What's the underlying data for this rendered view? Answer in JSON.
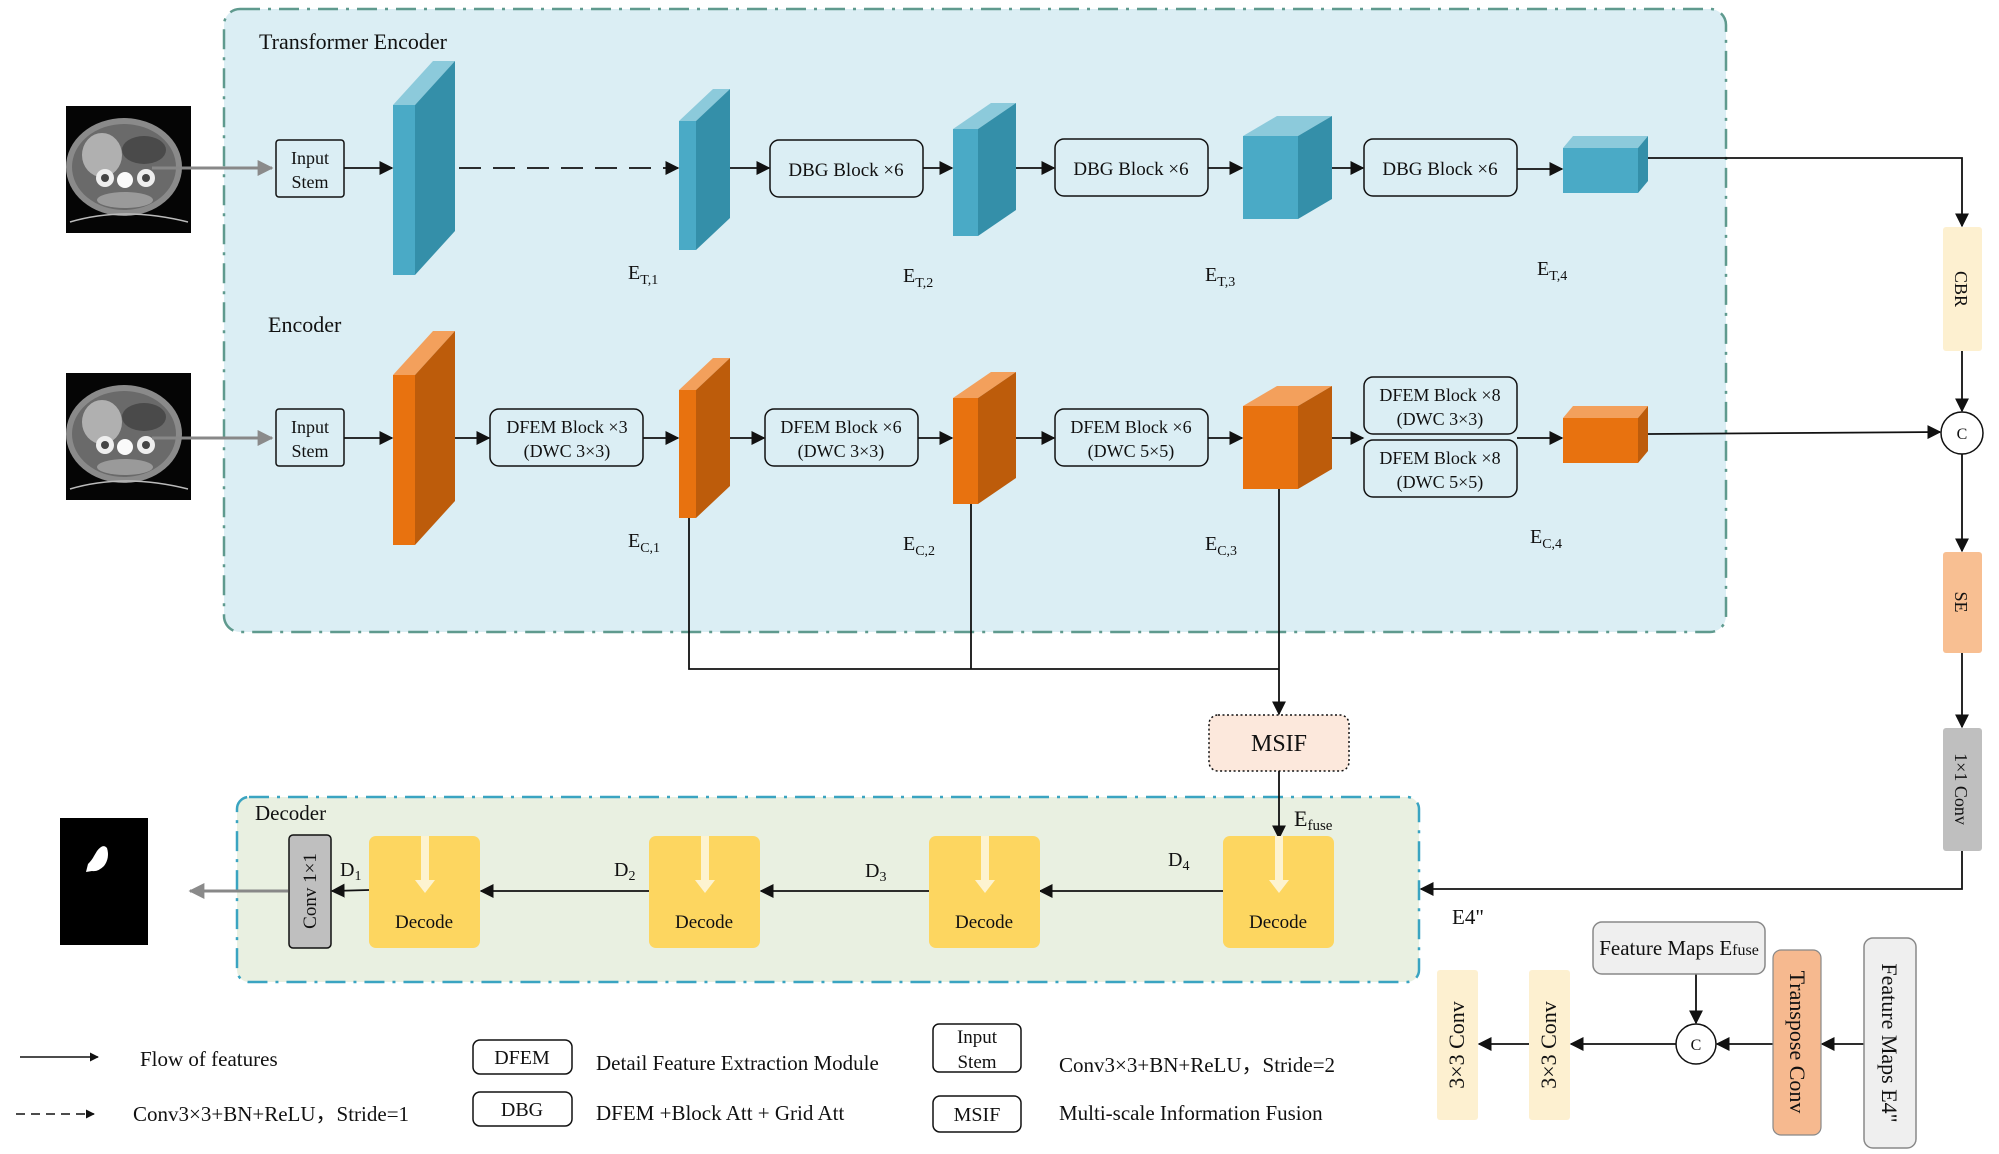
{
  "sections": {
    "transformer_encoder": "Transformer Encoder",
    "encoder": "Encoder",
    "decoder": "Decoder"
  },
  "input_stem": {
    "line1": "Input",
    "line2": "Stem"
  },
  "transformer_blocks": [
    {
      "label": "DBG Block ×6"
    },
    {
      "label": "DBG Block ×6"
    },
    {
      "label": "DBG Block ×6"
    }
  ],
  "transformer_features": [
    {
      "base": "E",
      "sub": "T,1"
    },
    {
      "base": "E",
      "sub": "T,2"
    },
    {
      "base": "E",
      "sub": "T,3"
    },
    {
      "base": "E",
      "sub": "T,4"
    }
  ],
  "cnn_blocks": [
    {
      "line1": "DFEM Block ×3",
      "line2": "(DWC 3×3)"
    },
    {
      "line1": "DFEM Block ×6",
      "line2": "(DWC 3×3)"
    },
    {
      "line1": "DFEM Block ×6",
      "line2": "(DWC 5×5)"
    },
    {
      "line1": "DFEM Block ×8",
      "line2": "(DWC 3×3)"
    },
    {
      "line1": "DFEM Block ×8",
      "line2": "(DWC 5×5)"
    }
  ],
  "cnn_features": [
    {
      "base": "E",
      "sub": "C,1"
    },
    {
      "base": "E",
      "sub": "C,2"
    },
    {
      "base": "E",
      "sub": "C,3"
    },
    {
      "base": "E",
      "sub": "C,4"
    }
  ],
  "fusion_path": {
    "cbr": "CBR",
    "concat": "C",
    "se": "SE",
    "conv1x1": "1×1 Conv",
    "output_label": "E4\""
  },
  "msif": {
    "label": "MSIF",
    "output": {
      "base": "E",
      "sub": "fuse"
    }
  },
  "decoder": {
    "decode_label": "Decode",
    "conv_label": "Conv 1×1",
    "stages": [
      {
        "base": "D",
        "sub": "1"
      },
      {
        "base": "D",
        "sub": "2"
      },
      {
        "base": "D",
        "sub": "3"
      },
      {
        "base": "D",
        "sub": "4"
      }
    ]
  },
  "decode_detail": {
    "feature_maps_efuse_prefix": "Feature Maps E",
    "feature_maps_efuse_sub": "fuse",
    "transpose_conv": "Transpose Conv",
    "feature_maps_e4": "Feature Maps E4\"",
    "concat": "C",
    "conv3x3_a": "3×3 Conv",
    "conv3x3_b": "3×3 Conv"
  },
  "legend": {
    "solid_arrow": "Flow of features",
    "dashed_arrow": "Conv3×3+BN+ReLU，Stride=1",
    "dfem_key": "DFEM",
    "dfem_desc": "Detail Feature Extraction Module",
    "dbg_key": "DBG",
    "dbg_desc": "DFEM +Block Att + Grid Att",
    "stem_key_line1": "Input",
    "stem_key_line2": "Stem",
    "stem_desc": "Conv3×3+BN+ReLU，Stride=2",
    "msif_key": "MSIF",
    "msif_desc": "Multi-scale Information Fusion"
  },
  "colors": {
    "encoder_bg": "#dbeef4",
    "decoder_bg": "#e9f0e1",
    "transformer_front": "#4aaac6",
    "transformer_side": "#348fa9",
    "transformer_top": "#8ccadb",
    "cnn_front": "#e8720f",
    "cnn_side": "#bd5c0b",
    "cnn_top": "#f3a05c",
    "decode_fill": "#fdd660",
    "cbr_fill": "#fdf0d0",
    "se_fill": "#f8bf92",
    "conv_gray": "#bfbfbf",
    "msif_fill": "#fce8dc",
    "transpose_fill": "#f6b98f",
    "feature_gray": "#efefef"
  }
}
